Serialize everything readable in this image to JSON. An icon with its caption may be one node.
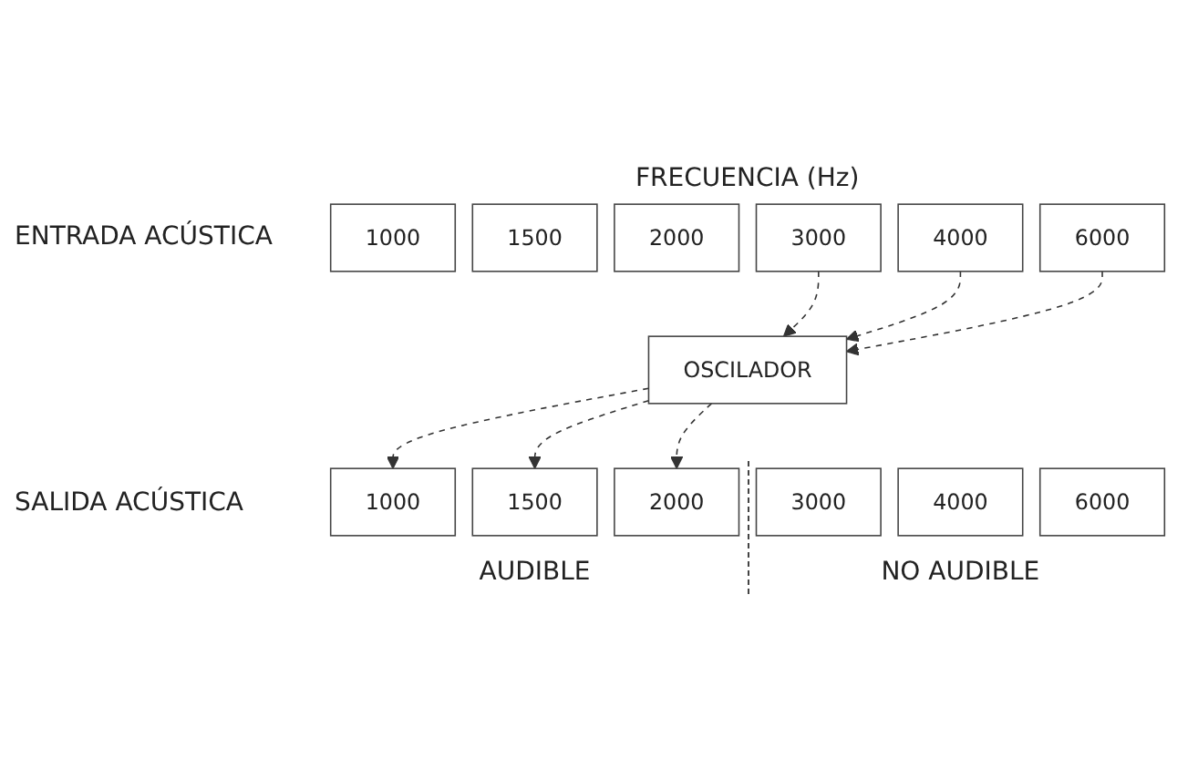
{
  "diagram": {
    "nodes": [
      {
        "text": [
          "1000"
        ]
      },
      {
        "text": [
          "1500"
        ]
      },
      {
        "text": [
          "2000"
        ]
      },
      {
        "text": [
          "3000"
        ]
      },
      {
        "text": [
          "4000"
        ]
      },
      {
        "text": [
          "6000"
        ]
      },
      {
        "text": [
          "OSCILADOR"
        ]
      },
      {
        "text": [
          "1000"
        ]
      },
      {
        "text": [
          "1500"
        ]
      },
      {
        "text": [
          "2000"
        ]
      },
      {
        "text": [
          "3000"
        ]
      },
      {
        "text": [
          "4000"
        ]
      },
      {
        "text": [
          "6000"
        ]
      }
    ],
    "edges": [
      {
        "from": 3,
        "to": 6,
        "arrow": "to",
        "style": "dashed"
      },
      {
        "from": 4,
        "to": 6,
        "arrow": "to",
        "style": "dashed"
      },
      {
        "from": 5,
        "to": 6,
        "arrow": "to",
        "style": "dashed"
      },
      {
        "from": 6,
        "to": 7,
        "arrow": "to",
        "style": "dashed"
      },
      {
        "from": 6,
        "to": 8,
        "arrow": "to",
        "style": "dashed"
      },
      {
        "from": 6,
        "to": 9,
        "arrow": "to",
        "style": "dashed"
      }
    ],
    "labels": [
      "FRECUENCIA (Hz)",
      "ENTRADA ACÚSTICA",
      "SALIDA ACÚSTICA",
      "AUDIBLE",
      "NO AUDIBLE"
    ]
  }
}
